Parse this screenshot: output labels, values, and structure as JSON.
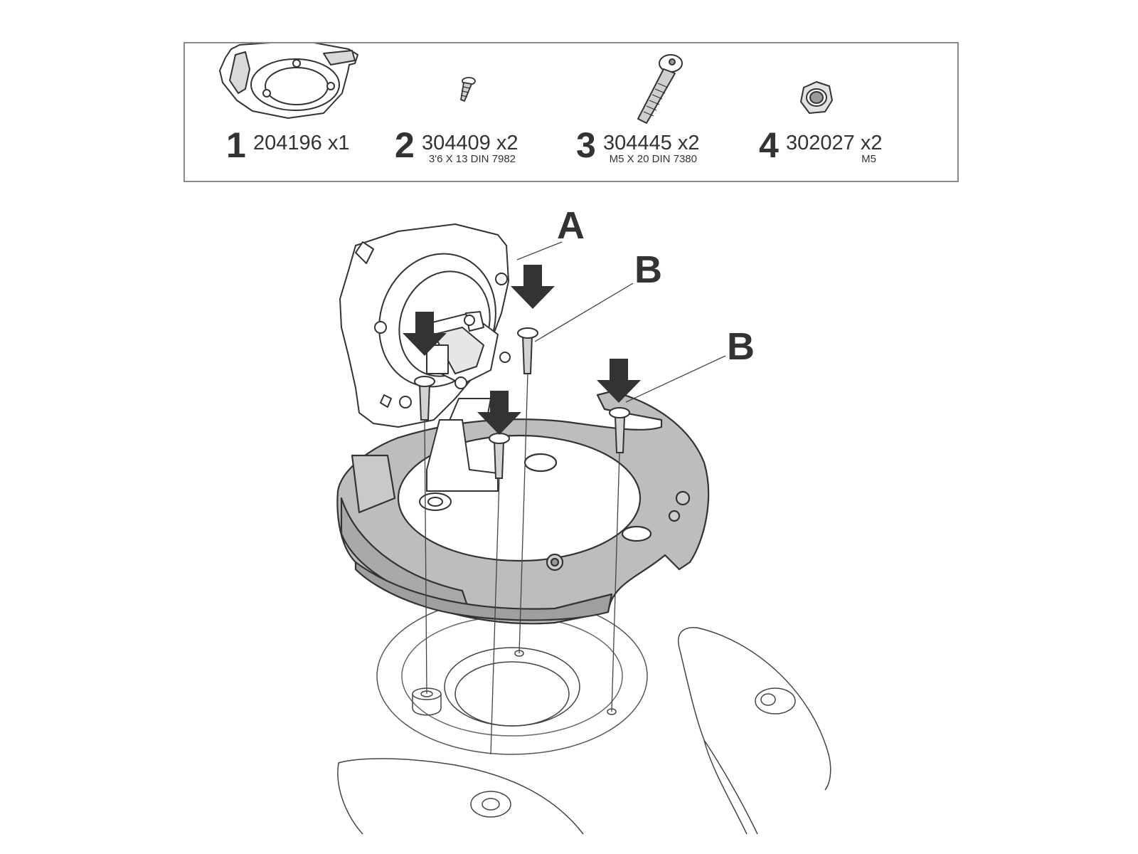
{
  "parts": [
    {
      "number": "1",
      "code": "204196 x1",
      "spec": "",
      "icon": "tank-ring-icon"
    },
    {
      "number": "2",
      "code": "304409 x2",
      "spec": "3'6 X 13 DIN 7982",
      "icon": "self-tapping-screw-icon"
    },
    {
      "number": "3",
      "code": "304445 x2",
      "spec": "M5 X 20 DIN 7380",
      "icon": "button-head-bolt-icon"
    },
    {
      "number": "4",
      "code": "302027 x2",
      "spec": "M5",
      "icon": "hex-nut-icon"
    }
  ],
  "callouts": {
    "a": "A",
    "b1": "B",
    "b2": "B"
  },
  "colors": {
    "line": "#333333",
    "ring_fill": "#bdbdbd",
    "arrow": "#333333"
  }
}
